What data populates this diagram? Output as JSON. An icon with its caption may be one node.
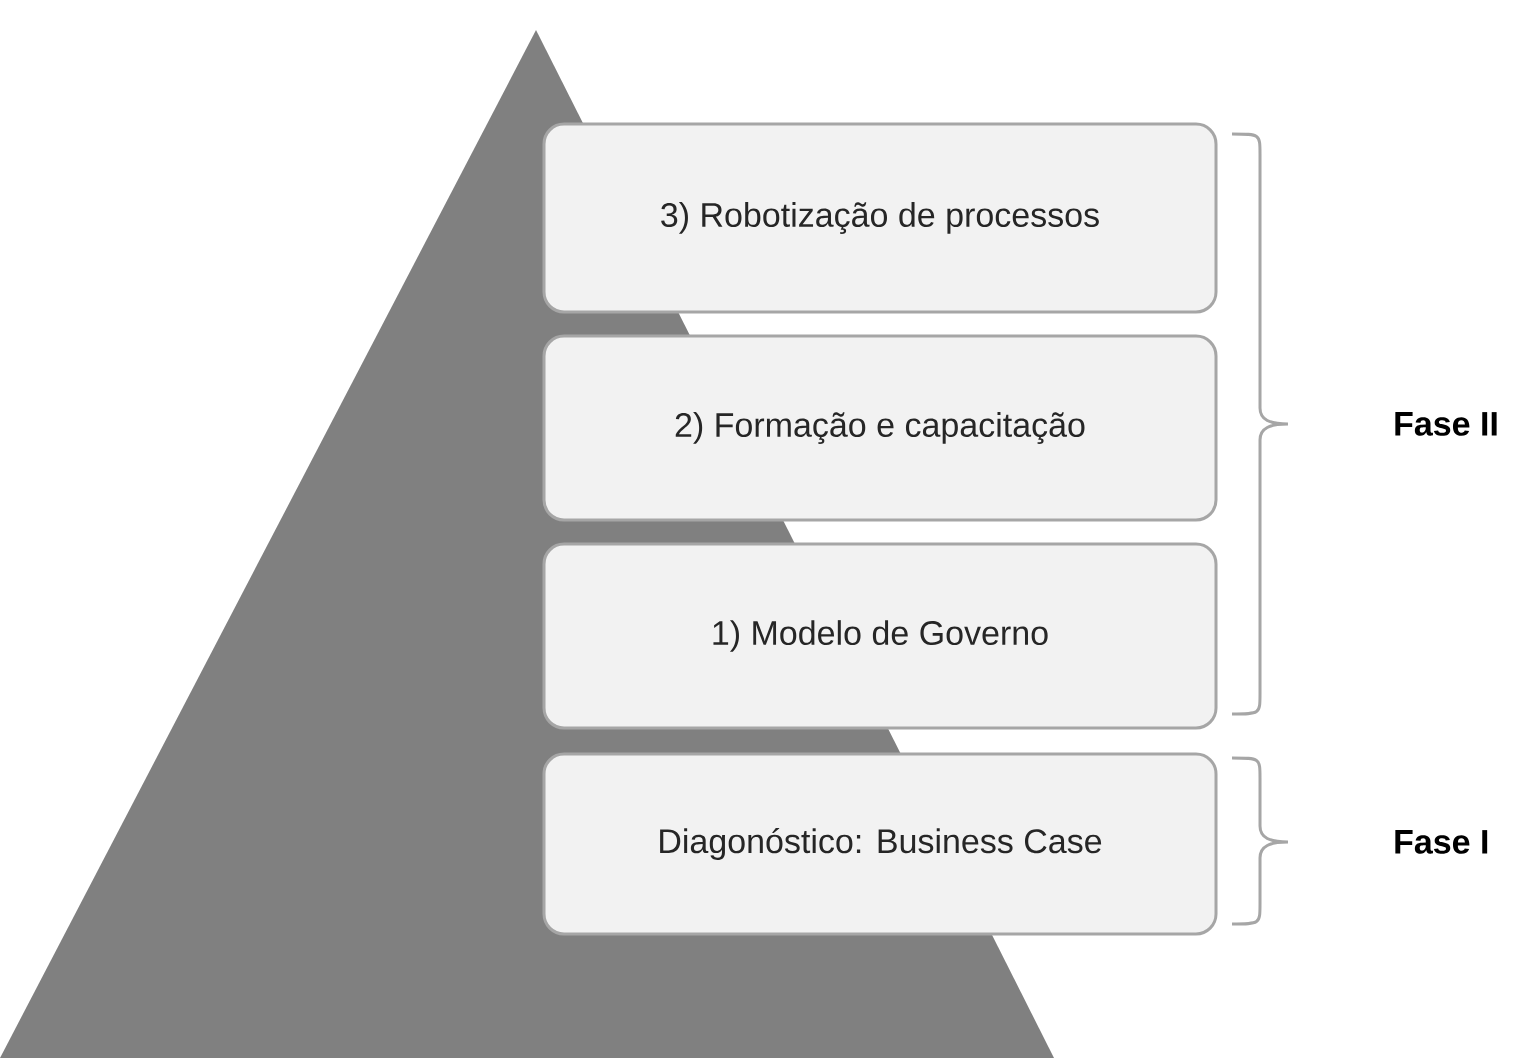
{
  "diagram": {
    "nodes": [
      {
        "text": [
          "3) Robotização de processos"
        ]
      },
      {
        "text": [
          "2) Formação e capacitação"
        ]
      },
      {
        "text": [
          "1) Modelo de Governo"
        ]
      },
      {
        "text": [
          "Diagonóstico: Business Case"
        ]
      }
    ],
    "labels": [
      "Fase II",
      "Fase I"
    ]
  }
}
